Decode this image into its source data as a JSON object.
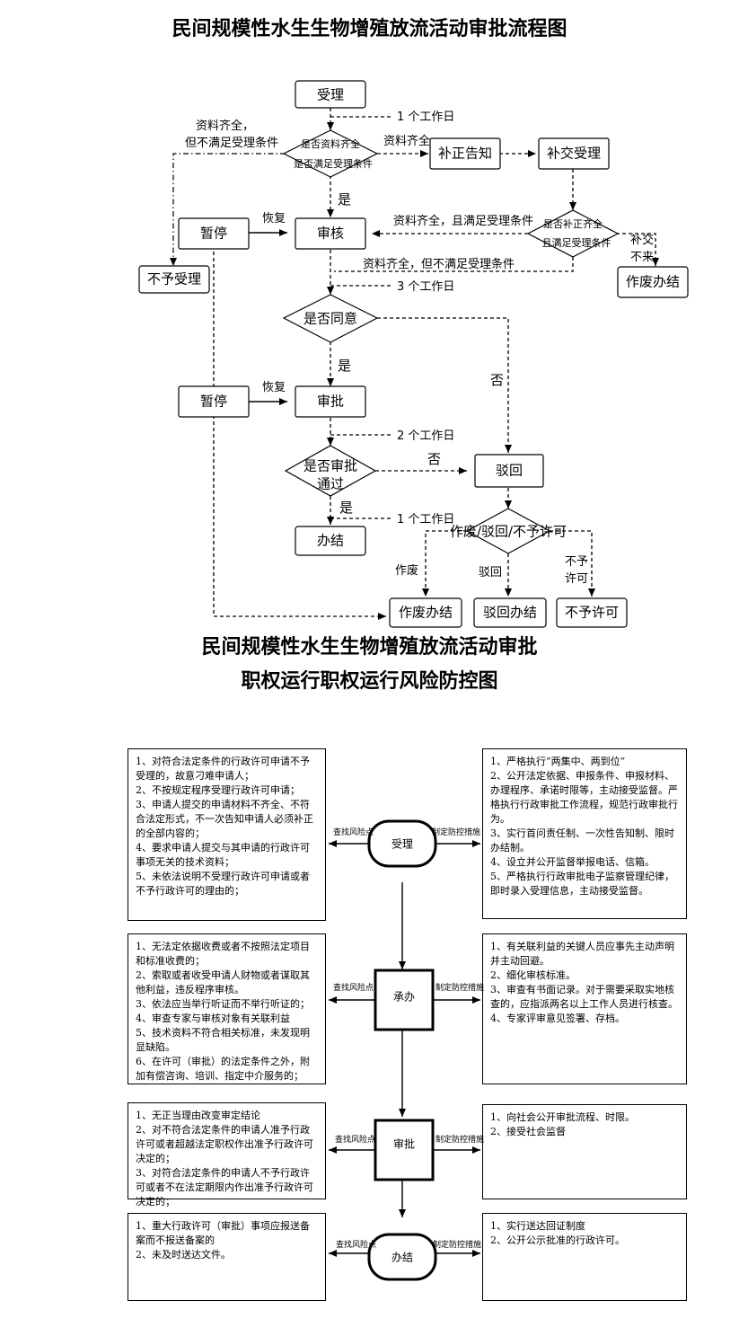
{
  "titles": {
    "flow": "民间规模性水生生物增殖放流活动审批流程图",
    "risk_line1": "民间规模性水生生物增殖放流活动审批",
    "risk_line2": "职权运行职权运行风险防控图"
  },
  "flow": {
    "accept": "受理",
    "d_complete_line1": "是否资料齐全",
    "d_complete_line2": "是否满足受理条件",
    "notice": "补正告知",
    "resubmit": "补交受理",
    "review": "审核",
    "pause1": "暂停",
    "reject_accept": "不予受理",
    "d_resub_line1": "是否补正齐全",
    "d_resub_line2": "且满足受理条件",
    "void_close1": "作废办结",
    "d_agree": "是否同意",
    "pause2": "暂停",
    "approve": "审批",
    "d_pass_line1": "是否审批",
    "d_pass_line2": "通过",
    "returned": "驳回",
    "finish": "办结",
    "d_branch": "作废/驳回/不予许可",
    "void_close2": "作废办结",
    "return_close": "驳回办结",
    "not_permit": "不予许可",
    "labels": {
      "one_day_a": "1 个工作日",
      "docs_complete": "资料齐全",
      "docs_complete_but_line1": "资料齐全，",
      "docs_complete_but_line2": "但不满足受理条件",
      "yes1": "是",
      "resume1": "恢复",
      "docs_ok_meet": "资料齐全，且满足受理条件",
      "no_resubmit_1": "补交",
      "no_resubmit_2": "不来",
      "docs_ok_not_meet": "资料齐全，但不满足受理条件",
      "three_days": "3 个工作日",
      "yes2": "是",
      "no1": "否",
      "resume2": "恢复",
      "two_days": "2 个工作日",
      "no2": "否",
      "yes3": "是",
      "one_day_b": "1 个工作日",
      "void": "作废",
      "reject": "驳回",
      "not_permit_1": "不予",
      "not_permit_2": "许可"
    }
  },
  "risk": {
    "find_risk": "查找风险点",
    "measures": "制定防控措施",
    "stages": [
      {
        "name": "受理",
        "risks": "1、对符合法定条件的行政许可申请不予受理的，故意刁难申请人；\n2、不按规定程序受理行政许可申请；\n3、申请人提交的申请材料不齐全、不符合法定形式，不一次告知申请人必须补正的全部内容的；\n4、要求申请人提交与其申请的行政许可事项无关的技术资料；\n5、未依法说明不受理行政许可申请或者不予行政许可的理由的；",
        "controls": "1、严格执行“两集中、两到位”\n2、公开法定依据、申报条件、申报材料、办理程序、承诺时限等，主动接受监督。严格执行行政审批工作流程，规范行政审批行为。\n3、实行首问责任制、一次性告知制、限时办结制。\n4、设立并公开监督举报电话、信箱。\n5、严格执行行政审批电子监察管理纪律，即时录入受理信息，主动接受监督。"
      },
      {
        "name": "承办",
        "risks": "1、无法定依据收费或者不按照法定项目和标准收费的；\n2、索取或者收受申请人财物或者谋取其他利益，违反程序审核。\n3、依法应当举行听证而不举行听证的；\n4、审查专家与审核对象有关联利益\n5、技术资料不符合相关标准，未发现明显缺陷。\n6、在许可（审批）的法定条件之外，附加有偿咨询、培训、指定中介服务的；",
        "controls": "1、有关联利益的关键人员应事先主动声明并主动回避。\n2、细化审核标准。\n3、审查有书面记录。对于需要采取实地核查的，应指派两名以上工作人员进行核查。\n4、专家评审意见签署、存档。"
      },
      {
        "name": "审批",
        "risks": "1、无正当理由改变审定结论\n2、对不符合法定条件的申请人准予行政许可或者超越法定职权作出准予行政许可决定的；\n3、对符合法定条件的申请人不予行政许可或者不在法定期限内作出准予行政许可决定的；",
        "controls": "1、向社会公开审批流程、时限。\n2、接受社会监督"
      },
      {
        "name": "办结",
        "risks": "1、重大行政许可（审批）事项应报送备案而不报送备案的\n2、未及时送达文件。",
        "controls": "1、实行送达回证制度\n2、公开公示批准的行政许可。"
      }
    ]
  }
}
